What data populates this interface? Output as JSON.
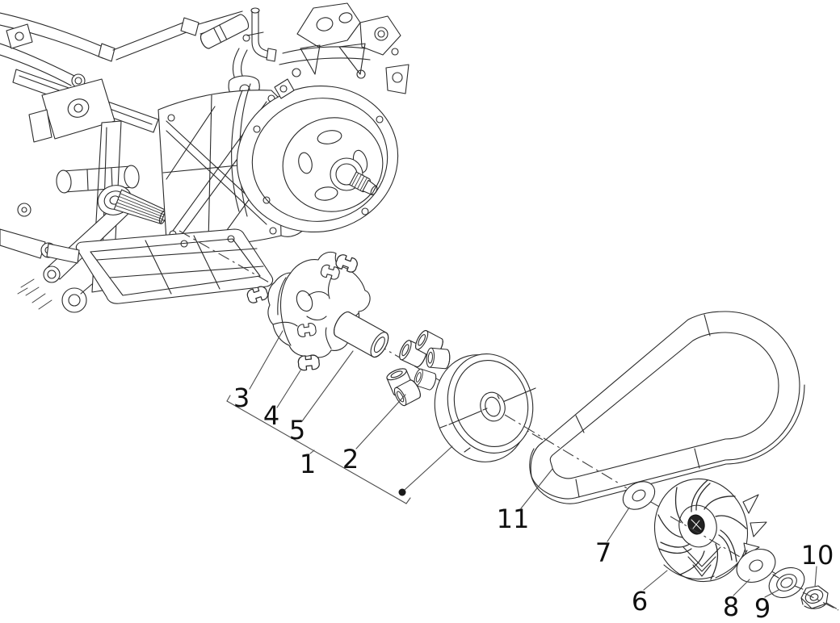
{
  "diagram": {
    "background_color": "#ffffff",
    "line_color": "#2a2a2a",
    "callout_text_color": "#101010",
    "callout_dot_color": "#1a1a1a",
    "callouts": [
      {
        "id": 1,
        "label": "1"
      },
      {
        "id": 2,
        "label": "2"
      },
      {
        "id": 3,
        "label": "3"
      },
      {
        "id": 4,
        "label": "4"
      },
      {
        "id": 5,
        "label": "5"
      },
      {
        "id": 6,
        "label": "6"
      },
      {
        "id": 7,
        "label": "7"
      },
      {
        "id": 8,
        "label": "8"
      },
      {
        "id": 9,
        "label": "9"
      },
      {
        "id": 10,
        "label": "10"
      },
      {
        "id": 11,
        "label": "11"
      }
    ]
  }
}
